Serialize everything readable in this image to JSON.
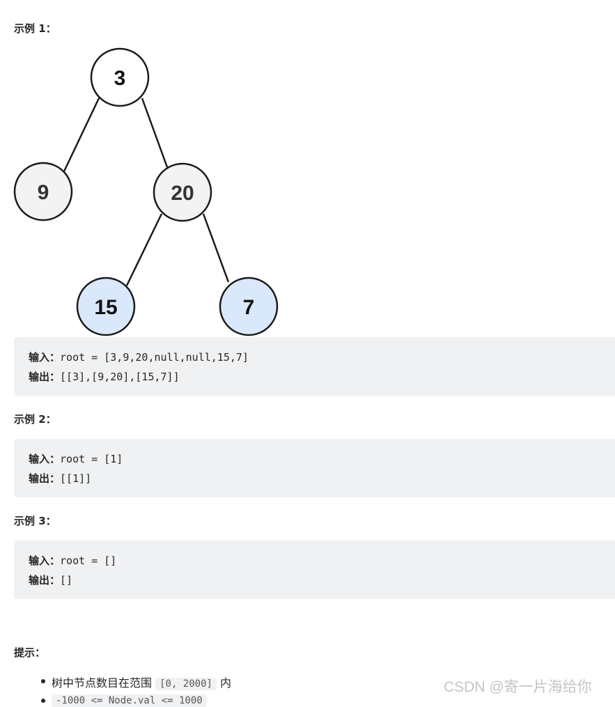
{
  "examples": [
    {
      "label": "示例 1：",
      "input_label": "输入：",
      "input": "root = [3,9,20,null,null,15,7]",
      "output_label": "输出：",
      "output": "[[3],[9,20],[15,7]]"
    },
    {
      "label": "示例 2：",
      "input_label": "输入：",
      "input": "root = [1]",
      "output_label": "输出：",
      "output": "[[1]]"
    },
    {
      "label": "示例 3：",
      "input_label": "输入：",
      "input": "root = []",
      "output_label": "输出：",
      "output": "[]"
    }
  ],
  "tree": {
    "nodes": [
      "3",
      "9",
      "20",
      "15",
      "7"
    ],
    "colors": {
      "root": "#ffffff",
      "level1": "#f3f3f3",
      "level2": "#dae8fc"
    }
  },
  "hints": {
    "title": "提示：",
    "items": [
      {
        "pre": "树中节点数目在范围 ",
        "code": "[0, 2000]",
        "post": " 内"
      },
      {
        "pre": "",
        "code": "-1000 <= Node.val <= 1000",
        "post": ""
      }
    ]
  },
  "watermark": "CSDN @寄一片海给你"
}
